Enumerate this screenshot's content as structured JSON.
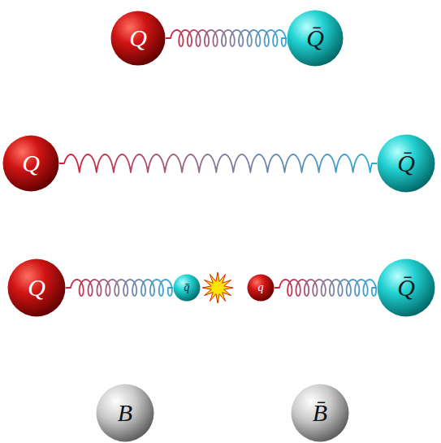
{
  "diagram": {
    "nodes": [
      {
        "text": [
          "Q"
        ]
      },
      {
        "text": [
          "Q̄"
        ]
      },
      {
        "text": [
          "Q"
        ]
      },
      {
        "text": [
          "Q̄"
        ]
      },
      {
        "text": [
          "Q"
        ]
      },
      {
        "text": [
          "q̄"
        ]
      },
      {
        "text": [
          "q"
        ]
      },
      {
        "text": [
          "Q̄"
        ]
      },
      {
        "text": [
          "B"
        ]
      },
      {
        "text": [
          "B̄"
        ]
      }
    ],
    "edges": [
      {
        "from": 0,
        "to": 1,
        "arrow": "none"
      },
      {
        "from": 2,
        "to": 3,
        "arrow": "none"
      },
      {
        "from": 4,
        "to": 5,
        "arrow": "none"
      },
      {
        "from": 6,
        "to": 7,
        "arrow": "none"
      }
    ]
  }
}
